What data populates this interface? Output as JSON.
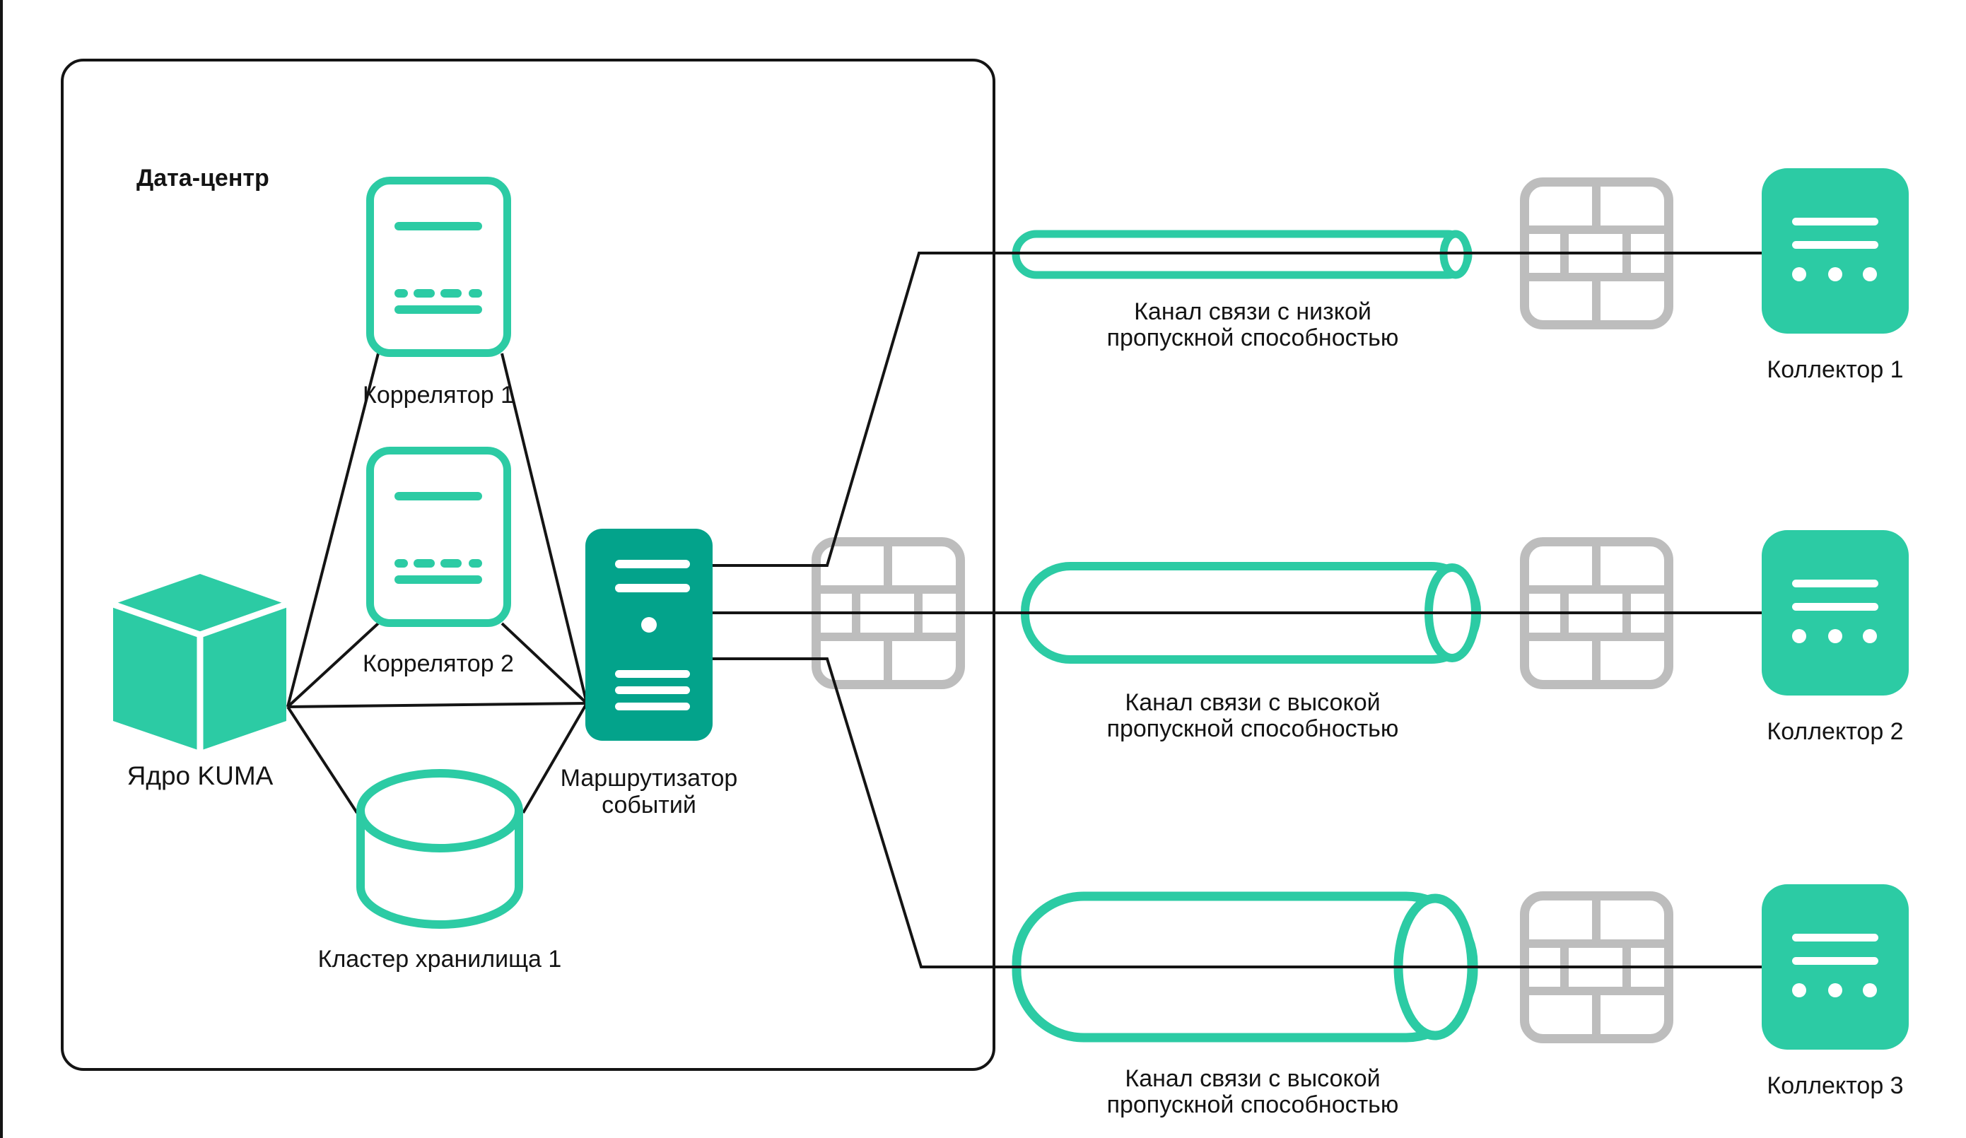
{
  "datacenter": {
    "label": "Дата-центр"
  },
  "nodes": {
    "kuma_core": {
      "label": "Ядро KUMA",
      "icon": "cube-icon"
    },
    "correlator_1": {
      "label": "Коррелятор 1",
      "icon": "document-lines-icon"
    },
    "correlator_2": {
      "label": "Коррелятор 2",
      "icon": "document-lines-icon"
    },
    "storage_cluster_1": {
      "label": "Кластер хранилища 1",
      "icon": "database-cylinder-icon"
    },
    "event_router": {
      "label_line1": "Маршрутизатор",
      "label_line2": "событий",
      "icon": "server-tower-icon"
    },
    "collector_1": {
      "label": "Коллектор 1",
      "icon": "collector-server-icon"
    },
    "collector_2": {
      "label": "Коллектор 2",
      "icon": "collector-server-icon"
    },
    "collector_3": {
      "label": "Коллектор 3",
      "icon": "collector-server-icon"
    }
  },
  "channels": {
    "channel_1": {
      "bandwidth": "low",
      "line1": "Канал связи с низкой",
      "line2": "пропускной способностью",
      "icon": "pipe-tube-thin-icon"
    },
    "channel_2": {
      "bandwidth": "high",
      "line1": "Канал связи с высокой",
      "line2": "пропускной способностью",
      "icon": "pipe-tube-wide-icon"
    },
    "channel_3": {
      "bandwidth": "high",
      "line1": "Канал связи с высокой",
      "line2": "пропускной способностью",
      "icon": "pipe-tube-wide-icon"
    }
  },
  "firewalls": {
    "icon": "firewall-brick-icon",
    "count": 4
  },
  "colors": {
    "teal": "#2CCBA4",
    "teal_dark": "#03A38B",
    "firewall_gray": "#BDBDBD",
    "line_black": "#141414",
    "text": "#141414",
    "background": "#FFFFFF"
  }
}
